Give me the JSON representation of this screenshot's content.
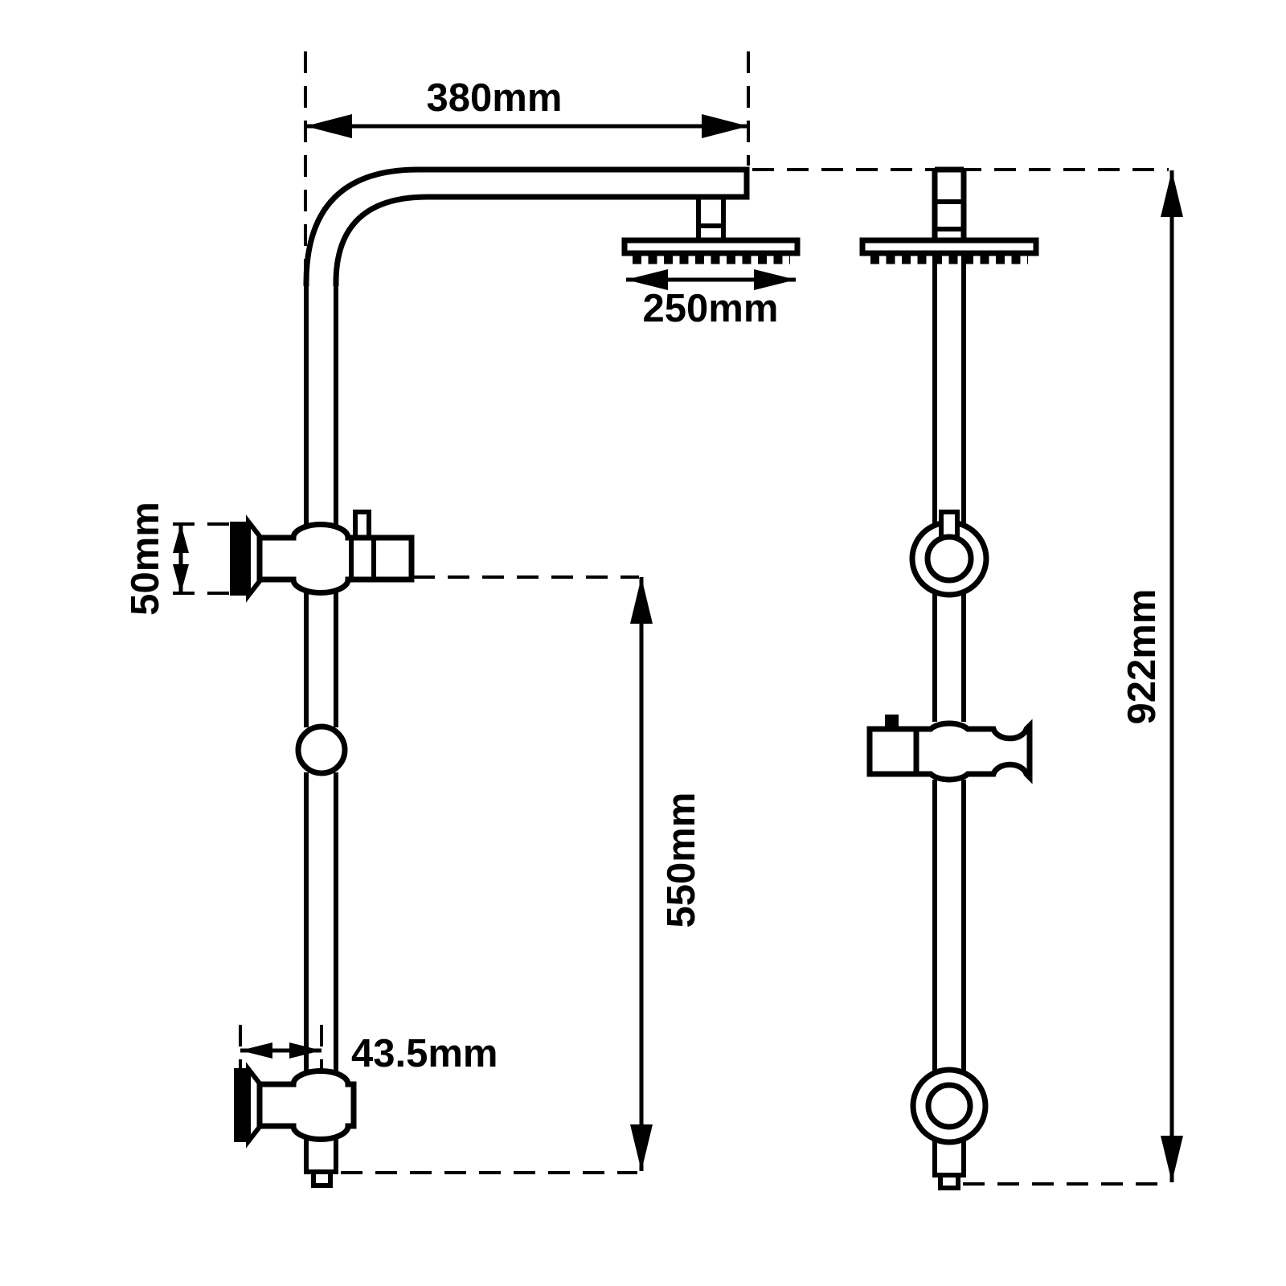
{
  "drawing": {
    "type": "technical-dimension-diagram",
    "subject": "twin shower rail set, side view and front view",
    "colors": {
      "line": "#000000",
      "background": "#ffffff"
    },
    "labels": {
      "arm_reach": "380mm",
      "head_width": "250mm",
      "top_bracket_height": "50mm",
      "lower_rail_span": "550mm",
      "bottom_bracket_offset": "43.5mm",
      "overall_height": "922mm"
    }
  }
}
